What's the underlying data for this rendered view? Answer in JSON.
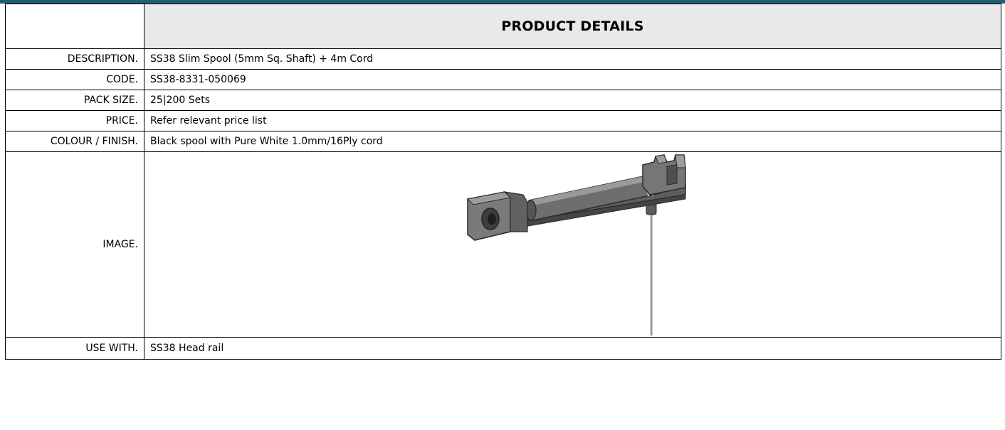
{
  "table": {
    "header": "PRODUCT DETAILS",
    "rows": {
      "description": {
        "label": "DESCRIPTION.",
        "value": "SS38 Slim Spool (5mm Sq. Shaft) + 4m Cord"
      },
      "code": {
        "label": "CODE.",
        "value": "SS38-8331-050069"
      },
      "pack_size": {
        "label": "PACK SIZE.",
        "value": "25|200 Sets"
      },
      "price": {
        "label": "PRICE.",
        "value": "Refer relevant price list"
      },
      "colour_finish": {
        "label": "COLOUR / FINISH.",
        "value": "Black spool with Pure White 1.0mm/16Ply cord"
      },
      "image": {
        "label": "IMAGE."
      },
      "use_with": {
        "label": "USE WITH.",
        "value": "SS38 Head rail"
      }
    }
  },
  "colors": {
    "top_bar": "#1f5f6f",
    "header_background": "#e9e9e9",
    "border": "#000000"
  },
  "icons": {
    "product_image": "spool-with-cord-image"
  }
}
